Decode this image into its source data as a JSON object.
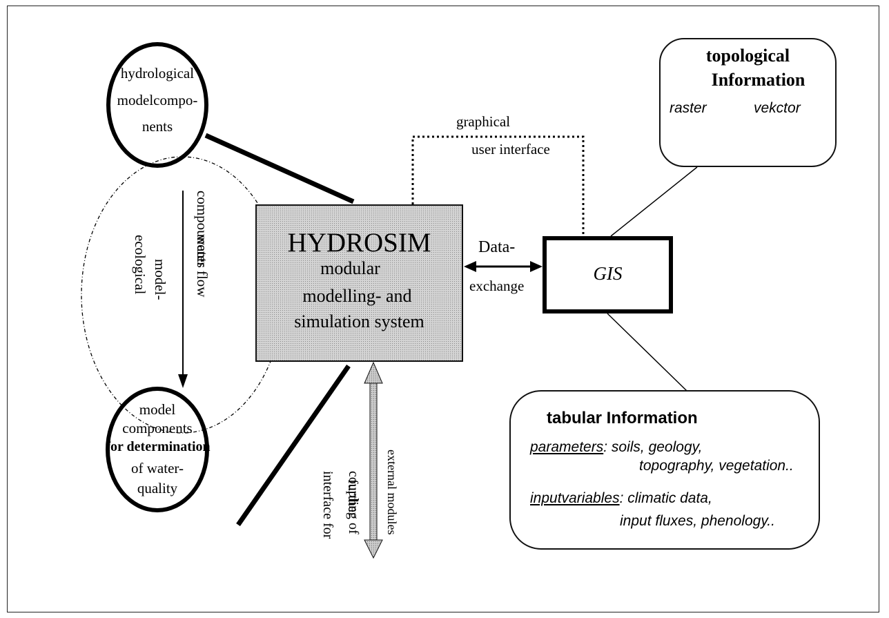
{
  "diagram": {
    "hydrological": [
      "hydrological",
      "modelcompo-",
      "nents"
    ],
    "ecological": [
      "ecological",
      "model-",
      "compounents"
    ],
    "water_flow": "water flow",
    "quality": [
      "model",
      "components",
      "for determination",
      "of water-",
      "quality"
    ],
    "hydrosim": {
      "title": "HYDROSIM",
      "lines": [
        "modular",
        "modelling- and",
        "simulation system"
      ]
    },
    "gui_label": [
      "graphical",
      "user interface"
    ],
    "data_exchange": [
      "Data-",
      "exchange"
    ],
    "gis_label": "GIS",
    "topological": {
      "title": [
        "topological",
        "Information"
      ],
      "raster": "raster",
      "vector": "vekctor"
    },
    "tabular": {
      "title": "tabular Information",
      "parameters_key": "parameters",
      "parameters_rest": ": soils, geology,",
      "parameters_line2": "topography, vegetation..",
      "input_key": "inputvariables",
      "input_rest": ": climatic data,",
      "input_line2": "input fluxes, phenology.."
    },
    "external": [
      "interface for",
      "coupling of",
      "further",
      "external modules"
    ]
  }
}
